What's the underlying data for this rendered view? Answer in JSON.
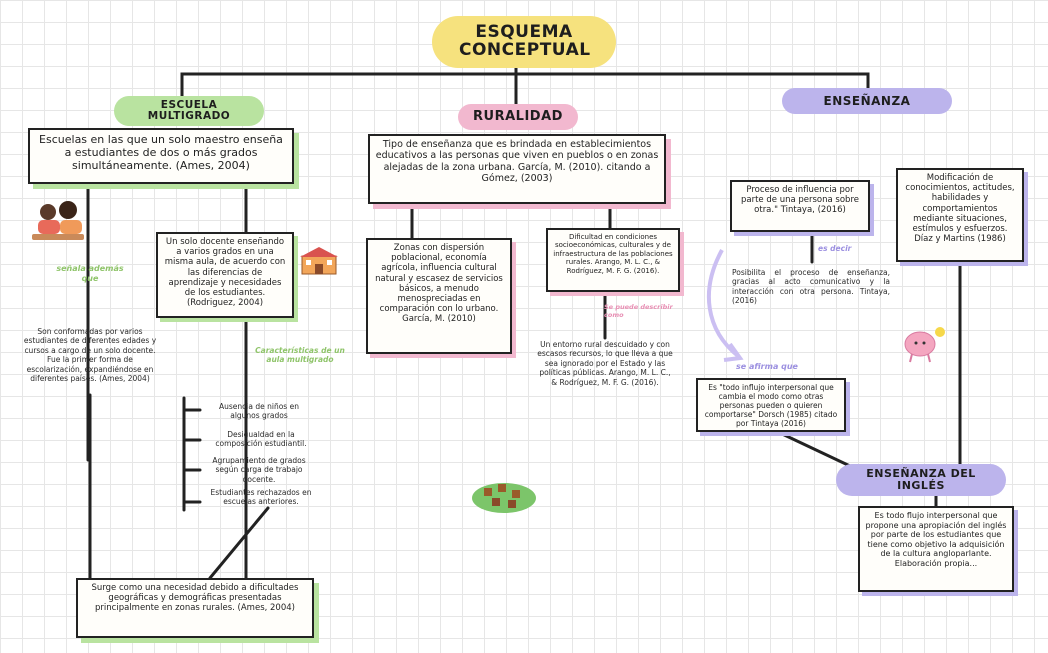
{
  "title": "ESQUEMA CONCEPTUAL",
  "colors": {
    "yellow": "#f6e27e",
    "green": "#b9e3a0",
    "pink": "#f2b8cf",
    "lilac": "#bcb4ec",
    "conn_green": "#8fc46a",
    "conn_pink": "#e88fb4",
    "conn_lilac": "#9b8fe0"
  },
  "escuela": {
    "title": "ESCUELA MULTIGRADO",
    "definition": "Escuelas en las que un solo maestro enseña a estudiantes de dos o más grados simultáneamente. (Ames, 2004)",
    "connector": "señala además que",
    "conformadas": "Son conformadas por varios estudiantes de diferentes edades y cursos a cargo de un solo docente. Fue la primer forma de escolarización, expandiéndose en diferentes países. (Ames, 2004)",
    "docente": "Un solo docente enseñando a varios grados en una misma aula, de acuerdo con las diferencias de aprendizaje y necesidades de los estudiantes. (Rodriguez, 2004)",
    "caract_label": "Características de un aula multigrado",
    "caracteristicas": [
      "Ausencia de niños en algunos grados",
      "Desigualdad en la composición estudiantil.",
      "Agrupamiento de grados según carga de trabajo docente.",
      "Estudiantes rechazados en escuelas anteriores."
    ],
    "surge": "Surge como una necesidad debido a dificultades geográficas y demográficas presentadas principalmente en zonas rurales. (Ames, 2004)"
  },
  "ruralidad": {
    "title": "RURALIDAD",
    "definition": "Tipo de enseñanza que es brindada en establecimientos educativos a las personas que viven en pueblos o en zonas alejadas de la zona urbana. García, M. (2010). citando a Gómez, (2003)",
    "zonas": "Zonas con dispersión poblacional, economía agrícola, influencia cultural natural y escasez de servicios básicos, a menudo menospreciadas en comparación con lo urbano. García, M. (2010)",
    "dificultad": "Dificultad en condiciones socioeconómicas, culturales y de infraestructura de las poblaciones rurales. Arango, M. L. C., & Rodríguez, M. F. G. (2016).",
    "connector": "Se puede describir como",
    "entorno": "Un entorno rural descuidado y con escasos recursos, lo que lleva a que sea ignorado por el Estado y las políticas públicas. Arango, M. L. C., & Rodríguez, M. F. G. (2016)."
  },
  "ensenanza": {
    "title": "ENSEÑANZA",
    "proceso": "Proceso de influencia por parte de una persona sobre otra.\"  Tintaya, (2016)",
    "connector_esdecir": "es decir",
    "posibilita": "Posibilita el proceso de enseñanza, gracias al acto comunicativo y la interacción con otra persona. Tintaya, (2016)",
    "connector_afirma": "se afirma que",
    "influjo": "Es \"todo influjo interpersonal que cambia el modo como otras personas pueden o quieren comportarse\" Dorsch (1985) citado por Tintaya (2016)",
    "modificacion": "Modificación de conocimientos, actitudes, habilidades y comportamientos mediante situaciones, estímulos y esfuerzos. Díaz y Martins (1986)"
  },
  "ingles": {
    "title": "ENSEÑANZA DEL INGLÉS",
    "definition": "Es todo flujo interpersonal que propone una apropiación del inglés por parte de los estudiantes que tiene como objetivo la adquisición de la cultura angloparlante. Elaboración propia..."
  }
}
